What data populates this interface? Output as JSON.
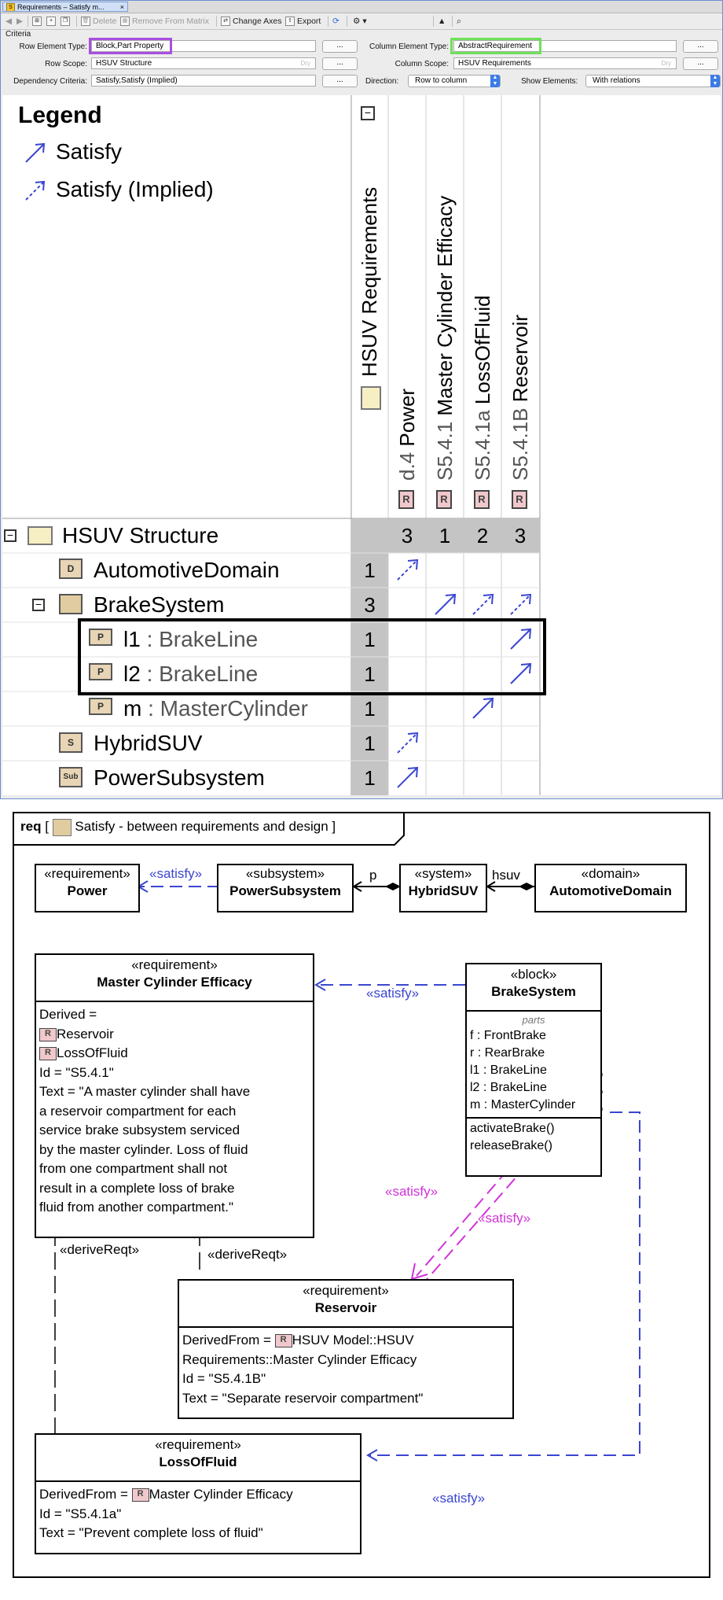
{
  "window": {
    "tab_title": "Requirements – Satisfy m...",
    "tab_icon": "S",
    "tab_close": "×"
  },
  "toolbar": {
    "delete_label": "Delete",
    "remove_label": "Remove From Matrix",
    "change_axes_label": "Change Axes",
    "export_label": "Export"
  },
  "criteria": {
    "section_label": "Criteria",
    "row_element_type_label": "Row Element Type:",
    "row_element_type_value": "Block,Part Property",
    "row_scope_label": "Row Scope:",
    "row_scope_value": "HSUV Structure",
    "dependency_criteria_label": "Dependency Criteria:",
    "dependency_criteria_value": "Satisfy,Satisfy (Implied)",
    "column_element_type_label": "Column Element Type:",
    "column_element_type_value": "AbstractRequirement",
    "column_scope_label": "Column Scope:",
    "column_scope_value": "HSUV Requirements",
    "direction_label": "Direction:",
    "direction_value": "Row to column",
    "show_elements_label": "Show Elements:",
    "show_elements_value": "With relations",
    "dots_label": "...",
    "field_hint": "Dry",
    "highlight_purple": "#a84fe0",
    "highlight_green": "#6fe05a"
  },
  "legend": {
    "title": "Legend",
    "items": [
      {
        "label": "Satisfy",
        "style": "solid"
      },
      {
        "label": "Satisfy (Implied)",
        "style": "dashed"
      }
    ]
  },
  "matrix": {
    "column_group": "HSUV Requirements",
    "columns": [
      {
        "id": "d.4",
        "name": "Power",
        "count": "3"
      },
      {
        "id": "S5.4.1",
        "name": "Master Cylinder Efficacy",
        "count": "1"
      },
      {
        "id": "S5.4.1a",
        "name": "LossOfFluid",
        "count": "2"
      },
      {
        "id": "S5.4.1B",
        "name": "Reservoir",
        "count": "3"
      }
    ],
    "rows": [
      {
        "name": "HSUV Structure",
        "type": "",
        "icon": "folder",
        "count": "",
        "cells": [
          "",
          "",
          "",
          ""
        ]
      },
      {
        "name": "AutomotiveDomain",
        "type": "",
        "icon": "D",
        "count": "1",
        "cells": [
          "dashed",
          "",
          "",
          ""
        ]
      },
      {
        "name": "BrakeSystem",
        "type": "",
        "icon": "block",
        "count": "3",
        "cells": [
          "",
          "solid",
          "dashed",
          "dashed"
        ]
      },
      {
        "name": "l1",
        "type": " : BrakeLine",
        "icon": "P",
        "count": "1",
        "cells": [
          "",
          "",
          "",
          "solid"
        ]
      },
      {
        "name": "l2",
        "type": " : BrakeLine",
        "icon": "P",
        "count": "1",
        "cells": [
          "",
          "",
          "",
          "solid"
        ]
      },
      {
        "name": "m",
        "type": " : MasterCylinder",
        "icon": "P",
        "count": "1",
        "cells": [
          "",
          "",
          "solid",
          ""
        ]
      },
      {
        "name": "HybridSUV",
        "type": "",
        "icon": "S",
        "count": "1",
        "cells": [
          "dashed",
          "",
          "",
          ""
        ]
      },
      {
        "name": "PowerSubsystem",
        "type": "",
        "icon": "Sub",
        "count": "1",
        "cells": [
          "solid",
          "",
          "",
          ""
        ]
      }
    ],
    "r_icon": "R",
    "expand_minus": "−"
  },
  "diagram": {
    "header_kind": "req",
    "header_title": "Satisfy - between requirements and design ]",
    "header_bracket": "[",
    "power": {
      "stereotype": "«requirement»",
      "name": "Power"
    },
    "power_subsystem": {
      "stereotype": "«subsystem»",
      "name": "PowerSubsystem"
    },
    "hybrid_suv": {
      "stereotype": "«system»",
      "name": "HybridSUV"
    },
    "automotive_domain": {
      "stereotype": "«domain»",
      "name": "AutomotiveDomain"
    },
    "role_p": "p",
    "role_hsuv": "hsuv",
    "satisfy_label": "«satisfy»",
    "derive_label": "«deriveReqt»",
    "mce": {
      "stereotype": "«requirement»",
      "name": "Master Cylinder Efficacy",
      "derived_label": "Derived =",
      "derived_items": [
        "Reservoir",
        "LossOfFluid"
      ],
      "id_line": "Id = \"S5.4.1\"",
      "text_lines": [
        "Text = \"A master cylinder shall have",
        "a reservoir compartment for each",
        "service brake subsystem serviced",
        "by the master cylinder. Loss of fluid",
        "from one compartment shall not",
        "result in a complete loss of brake",
        "fluid from another compartment.\""
      ]
    },
    "brake_system": {
      "stereotype": "«block»",
      "name": "BrakeSystem",
      "parts_label": "parts",
      "parts": [
        "f : FrontBrake",
        "r : RearBrake",
        "l1 : BrakeLine",
        "l2 : BrakeLine",
        "m : MasterCylinder"
      ],
      "operations": [
        "activateBrake()",
        "releaseBrake()"
      ]
    },
    "reservoir": {
      "stereotype": "«requirement»",
      "name": "Reservoir",
      "derived_from_label": "DerivedFrom =",
      "derived_from_lines": [
        "HSUV Model::HSUV",
        "Requirements::Master Cylinder Efficacy"
      ],
      "id_line": "Id = \"S5.4.1B\"",
      "text_line": "Text = \"Separate reservoir compartment\""
    },
    "loss_of_fluid": {
      "stereotype": "«requirement»",
      "name": "LossOfFluid",
      "derived_from_label": "DerivedFrom =",
      "derived_from_item": "Master Cylinder Efficacy",
      "id_line": "Id = \"S5.4.1a\"",
      "text_line": "Text = \"Prevent complete loss of fluid\""
    },
    "colors": {
      "blue": "#3a46d0",
      "magenta": "#d033d9"
    }
  }
}
